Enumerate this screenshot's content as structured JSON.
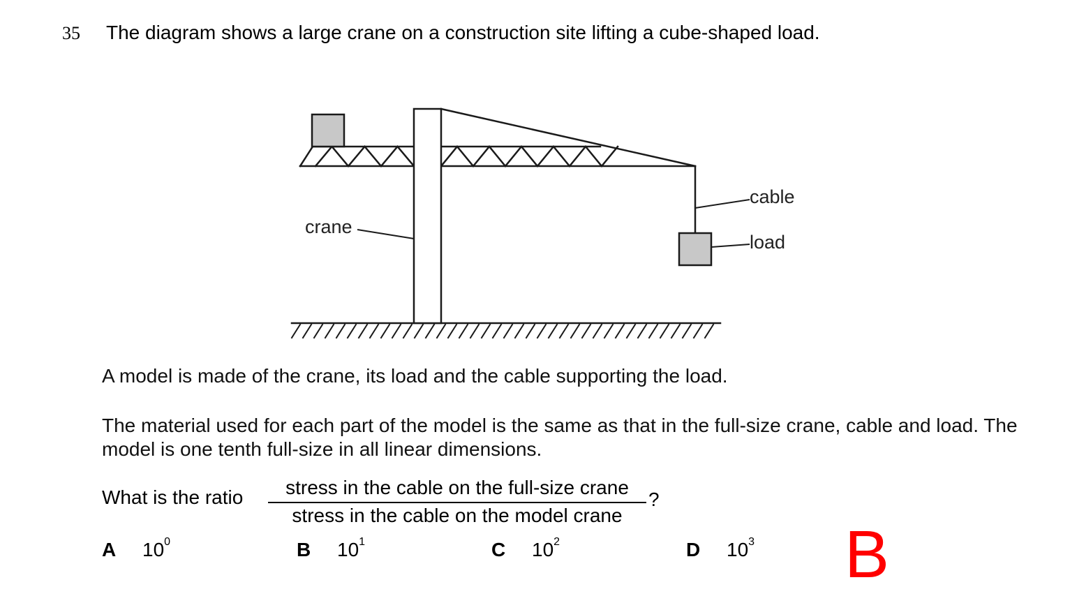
{
  "question": {
    "number": "35",
    "prompt": "The diagram shows a large crane on a construction site lifting a cube-shaped load."
  },
  "diagram": {
    "labels": {
      "crane": "crane",
      "cable": "cable",
      "load": "load"
    },
    "colors": {
      "block_fill": "#c8c8c8",
      "line": "#1a1a1a"
    }
  },
  "paragraphs": {
    "p1": "A model is made of the crane, its load and the cable supporting the load.",
    "p2": "The material used for each part of the model is the same as that in the full-size crane, cable and load. The model is one tenth full-size in all linear dimensions."
  },
  "ratio": {
    "lead": "What is the ratio",
    "numerator": "stress in the cable on the full-size crane",
    "denominator": "stress in the cable on the model crane",
    "end": "?"
  },
  "options": [
    {
      "letter": "A",
      "base": "10",
      "exp": "0"
    },
    {
      "letter": "B",
      "base": "10",
      "exp": "1"
    },
    {
      "letter": "C",
      "base": "10",
      "exp": "2"
    },
    {
      "letter": "D",
      "base": "10",
      "exp": "3"
    }
  ],
  "answer": {
    "text": "B",
    "color": "#ff0000"
  }
}
